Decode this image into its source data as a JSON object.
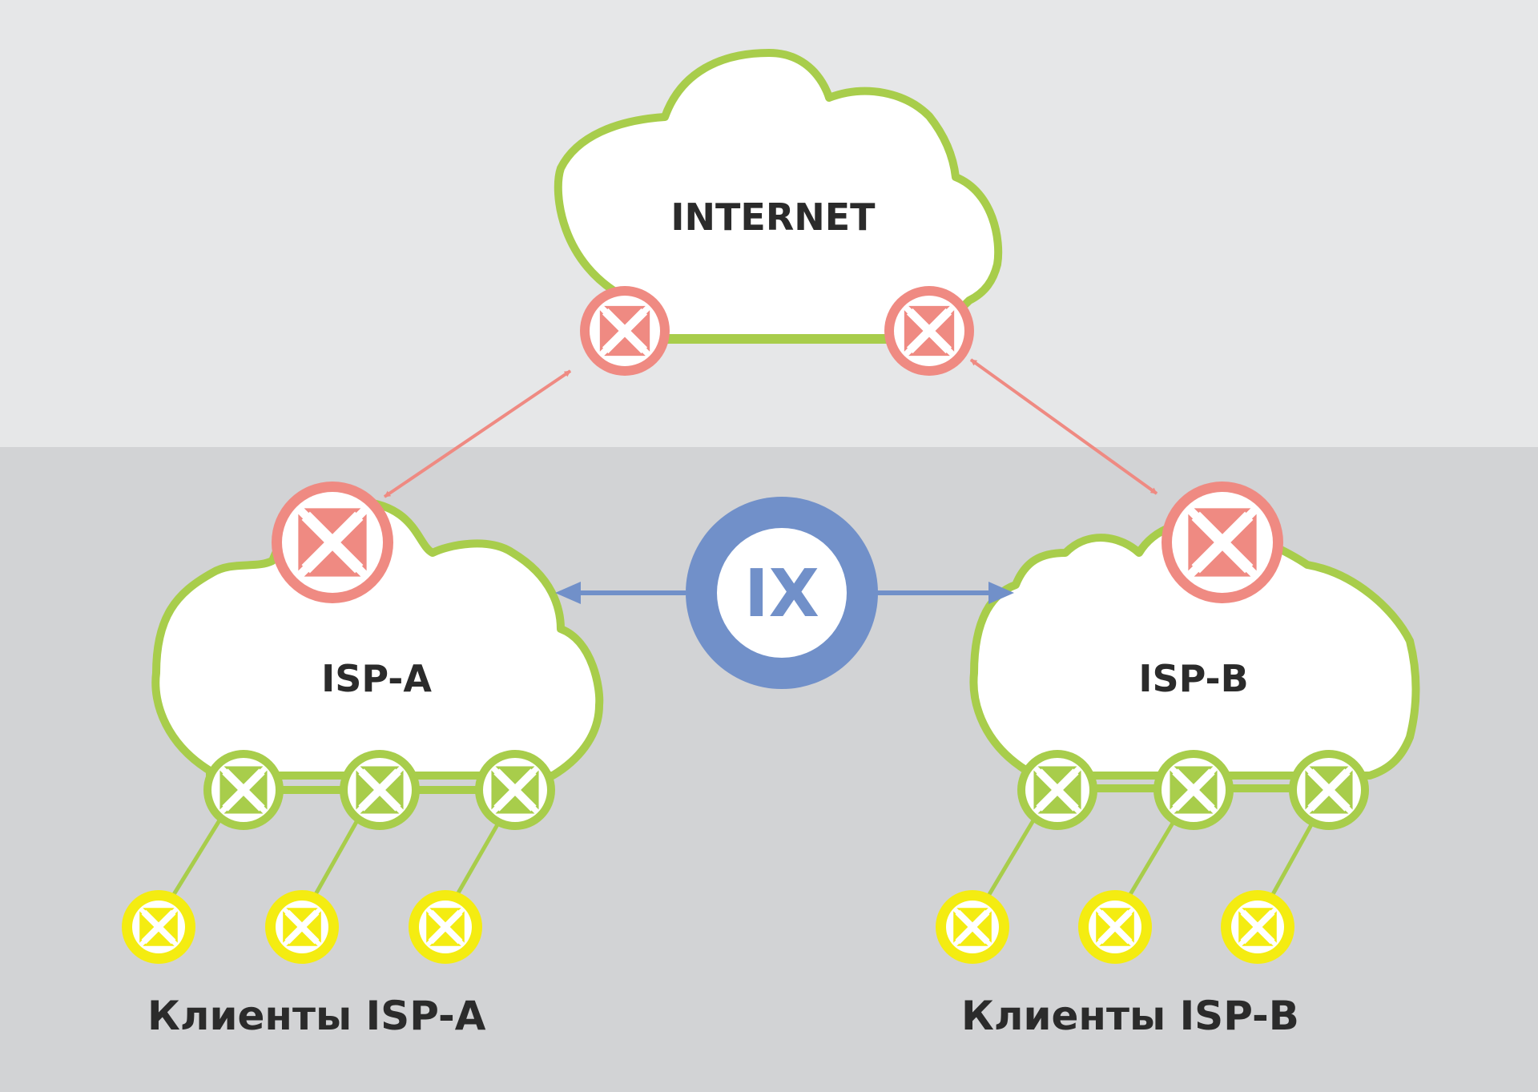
{
  "colors": {
    "top_band": "#e6e7e8",
    "bottom_band": "#d2d3d5",
    "cloud_outline": "#a8cd4b",
    "router_red": "#ef8a82",
    "router_green": "#a8cd4b",
    "router_yellow": "#f4ec11",
    "ix_blue": "#7190c9",
    "text": "#2b2b2b"
  },
  "labels": {
    "internet": "INTERNET",
    "isp_a": "ISP-A",
    "isp_b": "ISP-B",
    "ix": "IX",
    "clients_a": "Клиенты ISP-A",
    "clients_b": "Клиенты ISP-B"
  },
  "icons": {
    "router": "router-cross-icon",
    "exchange": "ix-hub-icon"
  }
}
